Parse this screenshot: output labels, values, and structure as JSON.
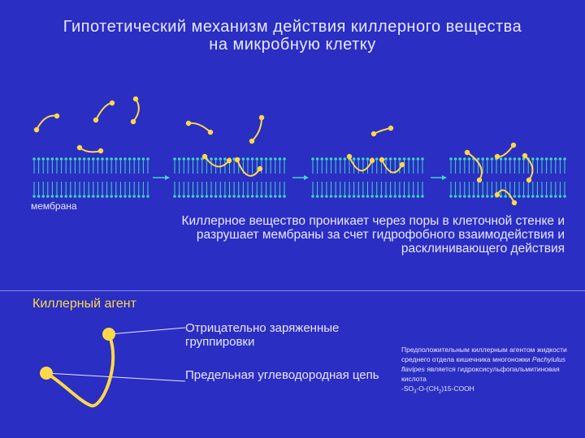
{
  "title_line1": "Гипотетический механизм действия киллерного вещества",
  "title_line2": "на микробную клетку",
  "membrane_label": "мембрана",
  "description": "Киллерное вещество проникает через поры в клеточной стенке и разрушает мембраны за счет гидрофобного взаимодействия и расклинивающего действия",
  "agent_title": "Киллерный агент",
  "callout_charged": "Отрицательно заряженные группировки",
  "callout_chain": "Предельная углеводородная цепь",
  "note_line1": "Предположительным киллерным агентом жидкости среднего отдела кишечника многоножки",
  "note_species": "Pachyiulus flavipes",
  "note_line2": "является гидроксисульфопальмитиновая кислота",
  "note_formula_a": "-SO",
  "note_formula_sub1": "3",
  "note_formula_b": "-O-(CH",
  "note_formula_sub2": "2",
  "note_formula_c": ")15-COOH",
  "colors": {
    "background": "#2a2ec2",
    "agent": "#ffd84a",
    "membrane": "#3fd6c4",
    "arrow": "#3fd6c4",
    "text": "#e8e8ff"
  },
  "icons": [
    "killer-molecule-icon",
    "lipid-bilayer-icon",
    "arrow-right-icon"
  ]
}
